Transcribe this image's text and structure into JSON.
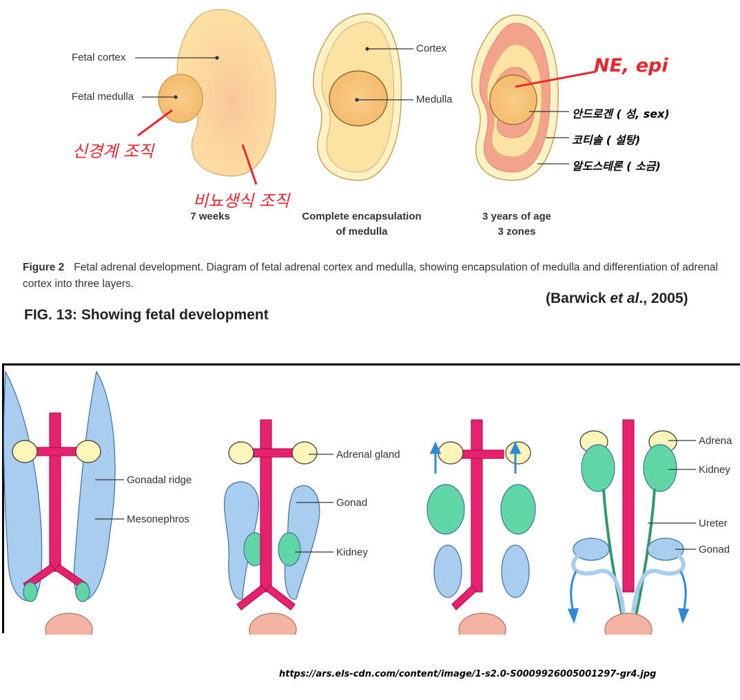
{
  "top_figure": {
    "labels": {
      "fetal_cortex": "Fetal cortex",
      "fetal_medulla": "Fetal medulla",
      "cortex": "Cortex",
      "medulla": "Medulla"
    },
    "stages": {
      "s1": "7 weeks",
      "s2_line1": "Complete encapsulation",
      "s2_line2": "of medulla",
      "s3_line1": "3 years of age",
      "s3_line2": "3 zones"
    },
    "annotations": {
      "neural_tissue": "신경계 조직",
      "urogenital_tissue": "비뇨생식 조직",
      "ne_epi": "NE, epi",
      "androgen": "안드로겐 ( 성, sex)",
      "cortisol": "코티솔 ( 설탕)",
      "aldosterone": "알도스테론 ( 소금)"
    },
    "caption": {
      "number": "Figure 2",
      "text": "Fetal adrenal development. Diagram of fetal adrenal cortex and medulla, showing encapsulation of medulla and differentiation of adrenal cortex into three layers."
    }
  },
  "fig_label": "FIG. 13: Showing fetal development",
  "citation": {
    "open": "(Barwick ",
    "etal": "et al",
    "close": "., 2005)"
  },
  "bottom_figure": {
    "labels": {
      "gonadal_ridge": "Gonadal ridge",
      "mesonephros": "Mesonephros",
      "adrenal_gland": "Adrenal gland",
      "gonad": "Gonad",
      "kidney": "Kidney",
      "adrena": "Adrena",
      "kidney2": "Kidney",
      "ureter": "Ureter",
      "gonad2": "Gonad"
    }
  },
  "source_url": "https://ars.els-cdn.com/content/image/1-s2.0-S0009926005001297-gr4.jpg",
  "colors": {
    "cortex_fill": "#fde3a3",
    "medulla_fill": "#f7c27a",
    "zone_pink": "#f4a48a",
    "annotation_red": "#e8262e",
    "aorta": "#e8216e",
    "mesonephros_blue": "#a9cdee",
    "kidney_green": "#62d7a6",
    "adrenal_yellow": "#fdf6b8"
  }
}
